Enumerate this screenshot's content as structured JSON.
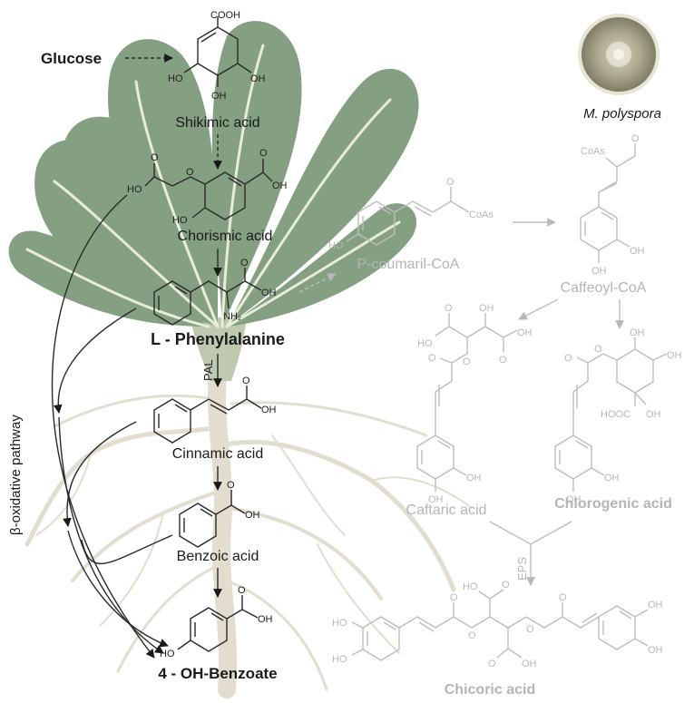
{
  "organism": "M. polyspora",
  "main_pathway": {
    "glucose": "Glucose",
    "shikimic": "Shikimic acid",
    "chorismic": "Chorismic acid",
    "phenylalanine": "L - Phenylalanine",
    "cinnamic": "Cinnamic acid",
    "benzoic": "Benzoic acid",
    "hydroxybenzoate": "4 - OH-Benzoate",
    "pal": "PAL",
    "beta_oxidative": "β-oxidative pathway"
  },
  "side_pathway": {
    "coumaril": "P-coumaril-CoA",
    "caffeoyl": "Caffeoyl-CoA",
    "caftaric": "Caftaric acid",
    "chlorogenic": "Chlorogenic acid",
    "chicoric": "Chicoric acid",
    "eps": "EPS"
  },
  "atoms": {
    "cooh": "COOH",
    "ho": "HO",
    "oh": "OH",
    "o": "O",
    "nh2": "NH₂",
    "coas": "CoAs",
    "hooc": "HOOC"
  },
  "colors": {
    "leaf": "#7f9a7c",
    "leaf_vein": "#e7ecd8",
    "root": "#e4dfd2",
    "dish": "#a8a48a",
    "active": "#1a1a1a",
    "faded": "#b5b5b5"
  }
}
